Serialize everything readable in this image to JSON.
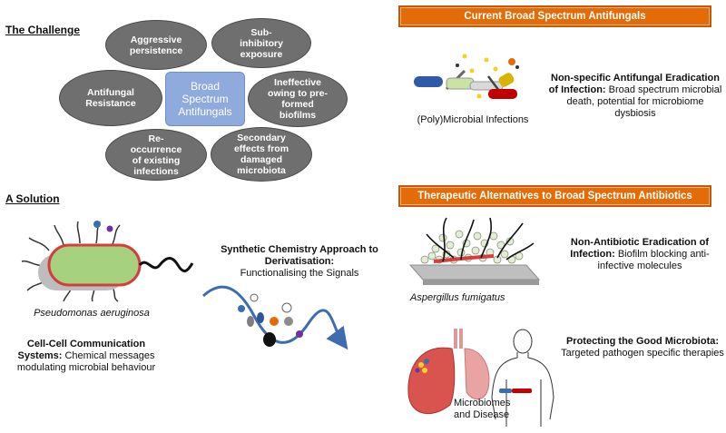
{
  "challenge": {
    "heading": "The Challenge",
    "center": "Broad Spectrum Antifungals",
    "ovals": {
      "aggressive": "Aggressive persistence",
      "subinhibitory": "Sub-inhibitory exposure",
      "resistance": "Antifungal Resistance",
      "ineffective": "Ineffective owing to pre-formed biofilms",
      "reoccurrence": "Re-occurrence of existing infections",
      "secondary": "Secondary effects from damaged microbiota"
    }
  },
  "solution": {
    "heading": "A Solution",
    "organism": "Pseudomonas aeruginosa",
    "cell_title": "Cell-Cell Communication Systems:",
    "cell_text": "Chemical messages modulating microbial behaviour",
    "synth_title": "Synthetic Chemistry Approach to Derivatisation:",
    "synth_text": "Functionalising the Signals"
  },
  "current": {
    "banner": "Current Broad Spectrum Antifungals",
    "image_caption": "(Poly)Microbial Infections",
    "title": "Non-specific Antifungal Eradication of Infection:",
    "text": "Broad spectrum microbial death, potential for microbiome dysbiosis"
  },
  "alternatives": {
    "banner": "Therapeutic Alternatives to Broad Spectrum Antibiotics",
    "fungus_caption": "Aspergillus fumigatus",
    "non_antibiotic_title": "Non-Antibiotic Eradication of Infection:",
    "non_antibiotic_text": "Biofilm blocking anti-infective molecules",
    "microbiome_caption": "Microbiomes and Disease",
    "protect_title": "Protecting the Good Microbiota:",
    "protect_text": "Targeted pathogen specific therapies"
  },
  "colors": {
    "oval": "#6f6f6f",
    "center_box": "#8faadc",
    "banner": "#e36c09",
    "wave": "#3d6cb0",
    "bacterium_fill": "#a6d17e",
    "bacterium_outline": "#d63e3e"
  }
}
